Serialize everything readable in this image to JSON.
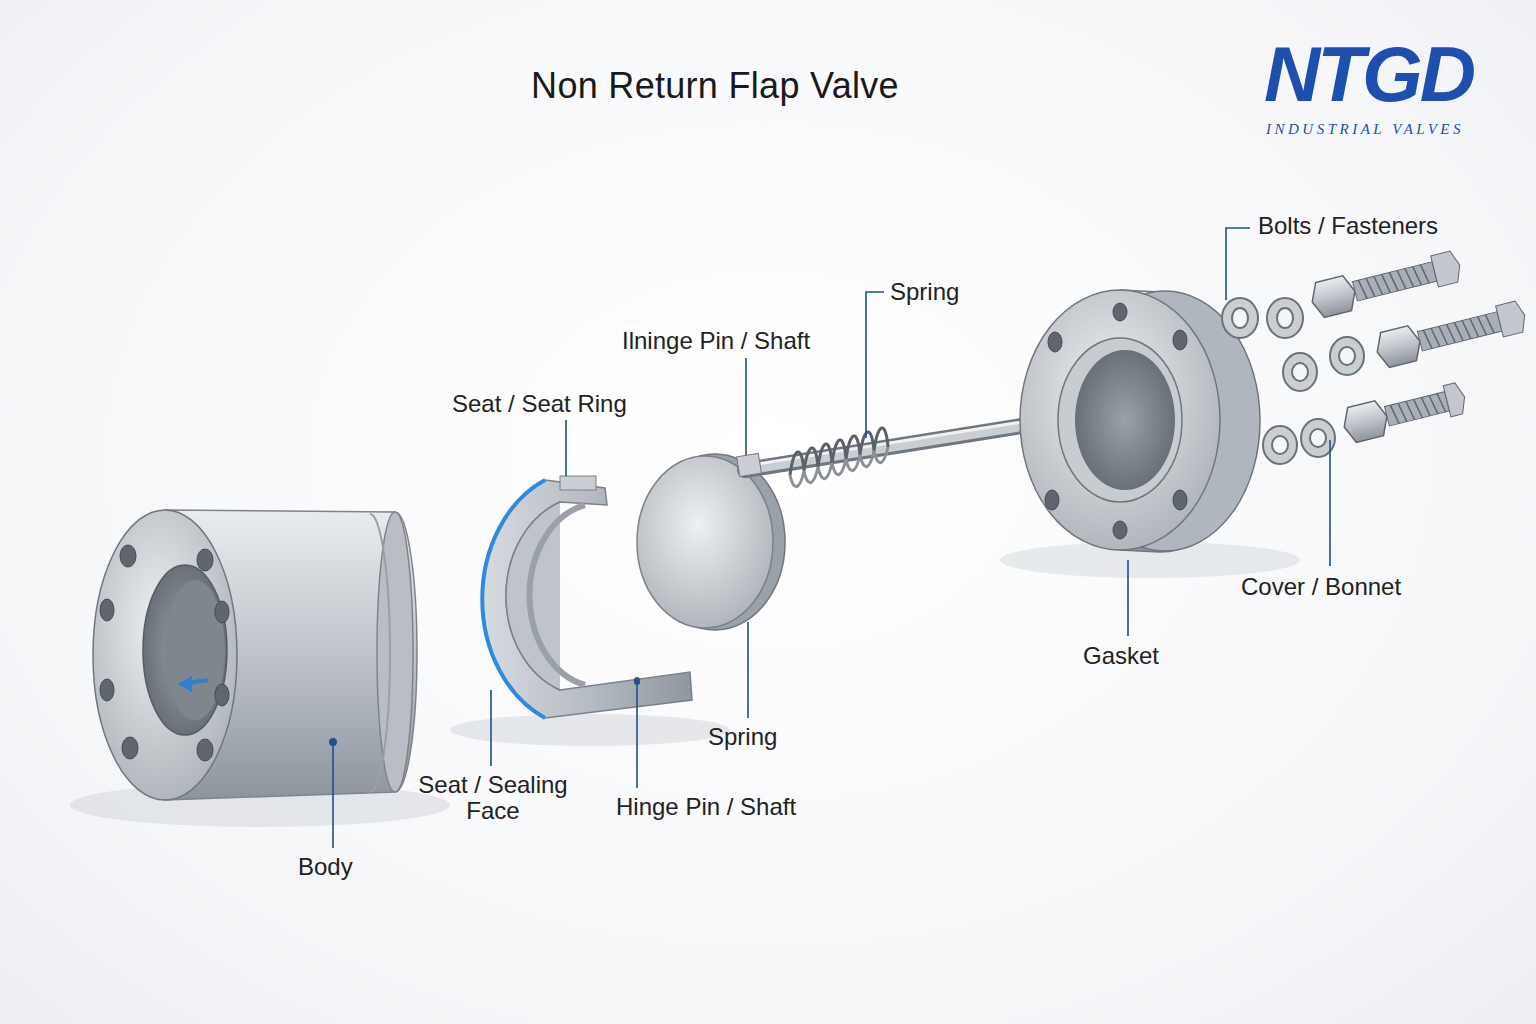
{
  "diagram": {
    "title": "Non Return Flap Valve",
    "labels": [
      "NTGD",
      "INDUSTRIAL VALVES",
      "Bolts / Fasteners",
      "Spring",
      "Ilninge Pin / Shaft",
      "Seat / Seat Ring",
      "Cover / Bonnet",
      "Gasket",
      "Spring",
      "Seat / Sealing Face",
      "Hinge Pin / Shaft",
      "Body"
    ]
  }
}
